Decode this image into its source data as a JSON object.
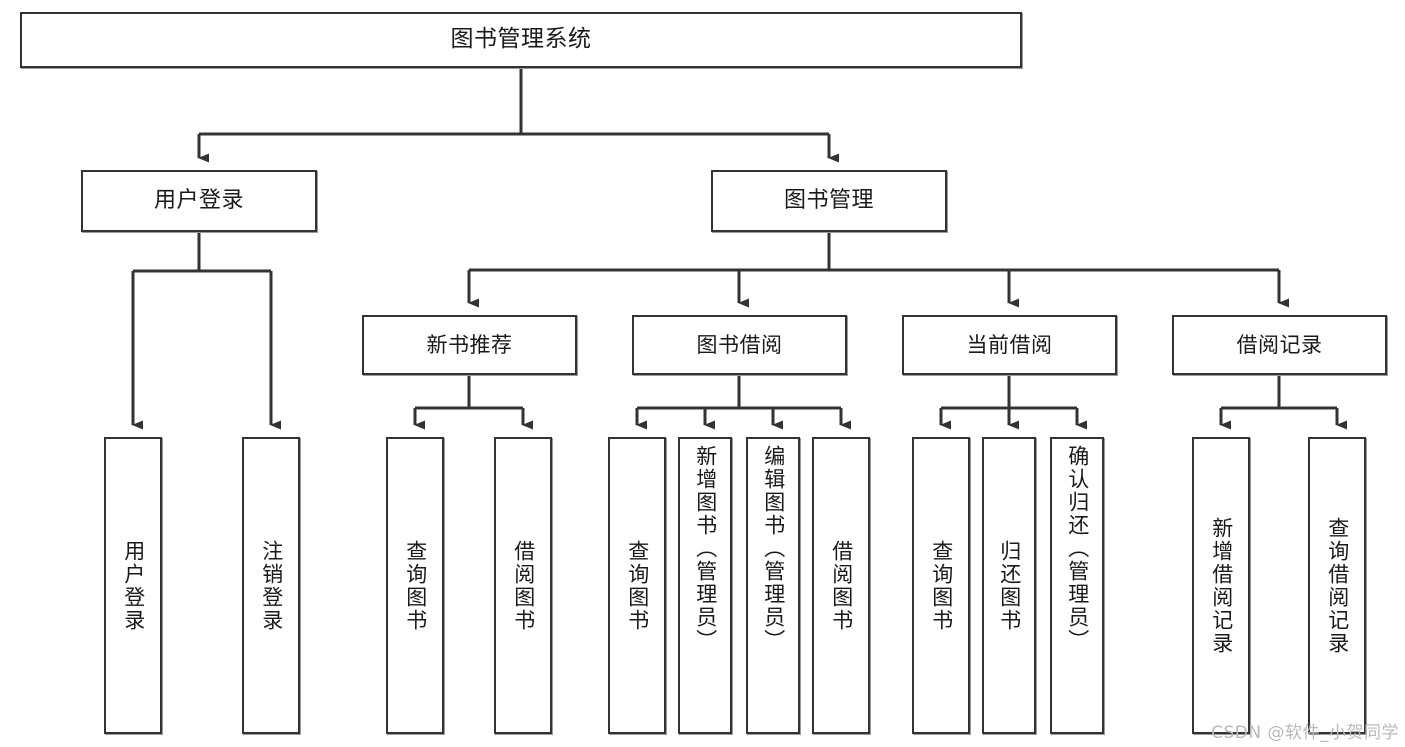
{
  "diagram": {
    "title": "图书管理系统",
    "type": "tree-hierarchy",
    "watermark": "CSDN @软件_小贺同学",
    "colors": {
      "box_border": "#333333",
      "box_fill": "#ffffff",
      "edge": "#333333",
      "text": "#1a1a1a",
      "watermark": "#b9b9b9",
      "background": "#ffffff"
    },
    "root": {
      "label": "图书管理系统"
    },
    "level2": [
      {
        "id": "user-login",
        "label": "用户登录"
      },
      {
        "id": "book-manage",
        "label": "图书管理"
      }
    ],
    "level3": [
      {
        "id": "new-book-recommend",
        "label": "新书推荐"
      },
      {
        "id": "book-borrow",
        "label": "图书借阅"
      },
      {
        "id": "current-borrow",
        "label": "当前借阅"
      },
      {
        "id": "borrow-record",
        "label": "借阅记录"
      }
    ],
    "leaves": {
      "user_login": [
        {
          "id": "leaf-user-login",
          "label": "用户登录"
        },
        {
          "id": "leaf-logout-login",
          "label": "注销登录"
        }
      ],
      "new_book_recommend": [
        {
          "id": "leaf-query-book-1",
          "label": "查询图书"
        },
        {
          "id": "leaf-borrow-book-1",
          "label": "借阅图书"
        }
      ],
      "book_borrow": [
        {
          "id": "leaf-query-book-2",
          "label": "查询图书"
        },
        {
          "id": "leaf-add-book",
          "label": "新增图书（管理员）"
        },
        {
          "id": "leaf-edit-book",
          "label": "编辑图书（管理员）"
        },
        {
          "id": "leaf-borrow-book-2",
          "label": "借阅图书"
        }
      ],
      "current_borrow": [
        {
          "id": "leaf-query-book-3",
          "label": "查询图书"
        },
        {
          "id": "leaf-return-book",
          "label": "归还图书"
        },
        {
          "id": "leaf-confirm-return",
          "label": "确认归还（管理员）"
        }
      ],
      "borrow_record": [
        {
          "id": "leaf-add-record",
          "label": "新增借阅记录"
        },
        {
          "id": "leaf-query-record",
          "label": "查询借阅记录"
        }
      ]
    }
  }
}
